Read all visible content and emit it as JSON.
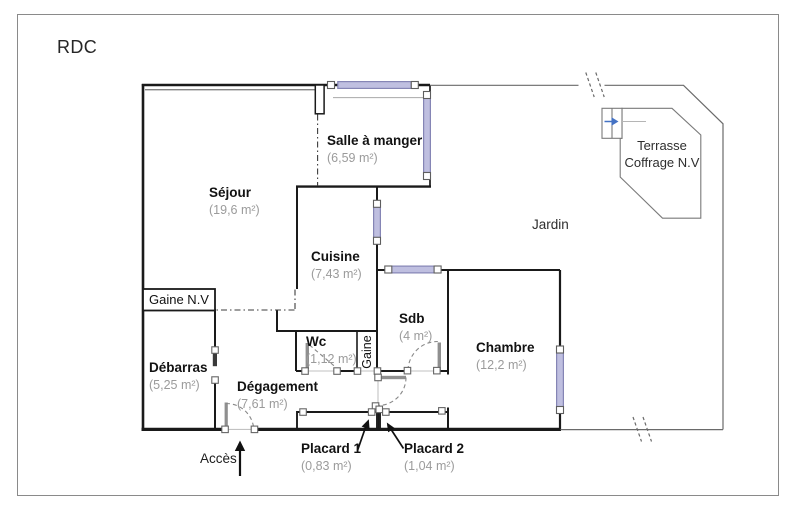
{
  "floor_plan": {
    "title": "RDC",
    "rooms": [
      {
        "name": "Séjour",
        "area": "(19,6 m²)"
      },
      {
        "name": "Salle à manger",
        "area": "(6,59 m²)"
      },
      {
        "name": "Cuisine",
        "area": "(7,43 m²)"
      },
      {
        "name": "Sdb",
        "area": "(4 m²)"
      },
      {
        "name": "Chambre",
        "area": "(12,2 m²)"
      },
      {
        "name": "Wc",
        "area": "(1,12 m²)"
      },
      {
        "name": "Débarras",
        "area": "(5,25 m²)"
      },
      {
        "name": "Dégagement",
        "area": "(7,61 m²)"
      },
      {
        "name": "Placard 1",
        "area": "(0,83 m²)"
      },
      {
        "name": "Placard 2",
        "area": "(1,04 m²)"
      }
    ],
    "labels": {
      "jardin": "Jardin",
      "terrasse": "Terrasse",
      "terrasse_sub": "Coffrage N.V",
      "gaine_nv": "Gaine N.V",
      "gaine_shaft": "Gaine",
      "acces": "Accès"
    },
    "colors": {
      "wall": "#1a1a1a",
      "boundary": "#6a6a6a",
      "window_fill": "#bfbfe0",
      "window_border": "#8585b5",
      "door_leaf": "#8f8f8f",
      "opening": "#c2c2c2",
      "area_text": "#9b9b9b",
      "terrace_arrow_blue": "#4472c4"
    }
  }
}
